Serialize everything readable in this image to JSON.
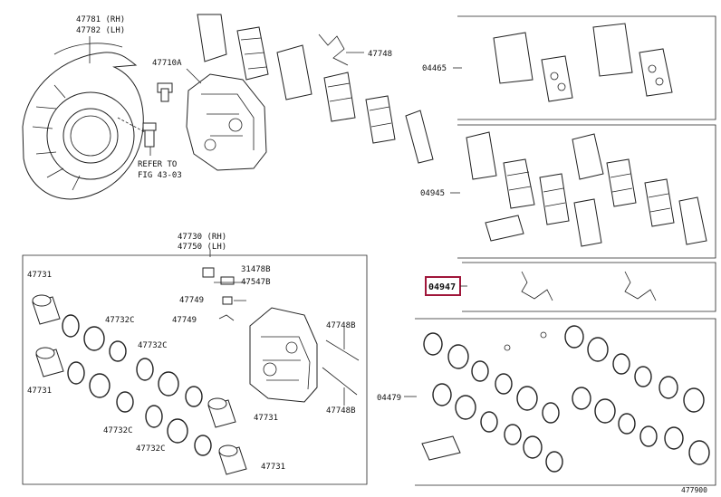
{
  "labels": {
    "l47781": "47781 (RH)",
    "l47782": "47782 (LH)",
    "l47710A": "47710A",
    "l47748_top": "47748",
    "refer_1": "REFER TO",
    "refer_2": "FIG 43-03",
    "l04465": "04465",
    "l04945": "04945",
    "l47730": "47730 (RH)",
    "l47750": "47750 (LH)",
    "l04947": "04947",
    "l31478B": "31478B",
    "l47547B": "47547B",
    "l47749_a": "47749",
    "l47749_b": "47749",
    "l47748B_a": "47748B",
    "l47748B_b": "47748B",
    "l47731_a": "47731",
    "l47731_b": "47731",
    "l47731_c": "47731",
    "l47731_d": "47731",
    "l47732C_a": "47732C",
    "l47732C_b": "47732C",
    "l47732C_c": "47732C",
    "l47732C_d": "47732C",
    "l04479": "04479",
    "figure_code": "477900"
  },
  "colors": {
    "highlight": "#a0163a",
    "line": "#222222"
  }
}
